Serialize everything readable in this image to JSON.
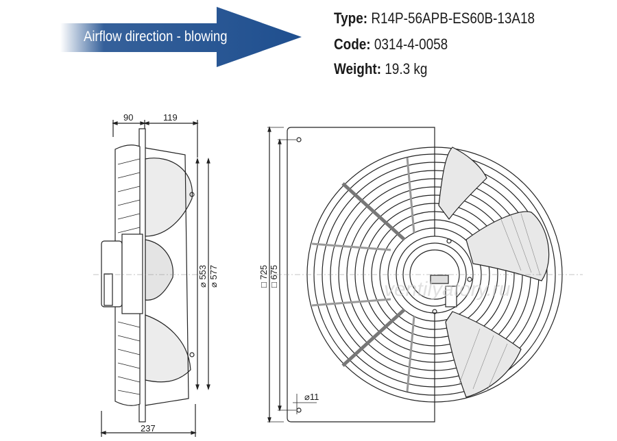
{
  "header": {
    "airflow_label": "Airflow direction - blowing"
  },
  "spec": {
    "type_label": "Type:",
    "type_value": "R14P-56APB-ES60B-13A18",
    "code_label": "Code:",
    "code_value": "0314-4-0058",
    "weight_label": "Weight:",
    "weight_value": "19.3 kg"
  },
  "dimensions": {
    "depth_front": "90",
    "depth_rear": "119",
    "depth_total": "237",
    "diameter_inner": "⌀ 553",
    "diameter_outer": "⌀ 577",
    "square_outer": "□ 725",
    "square_inner": "□ 675",
    "hole": "⌀11"
  },
  "watermark": "ventilyatory.ru",
  "colors": {
    "arrow": "#1f4f8f",
    "line": "#222222",
    "blade": "#e8e8e8",
    "plate": "#ffffff"
  }
}
